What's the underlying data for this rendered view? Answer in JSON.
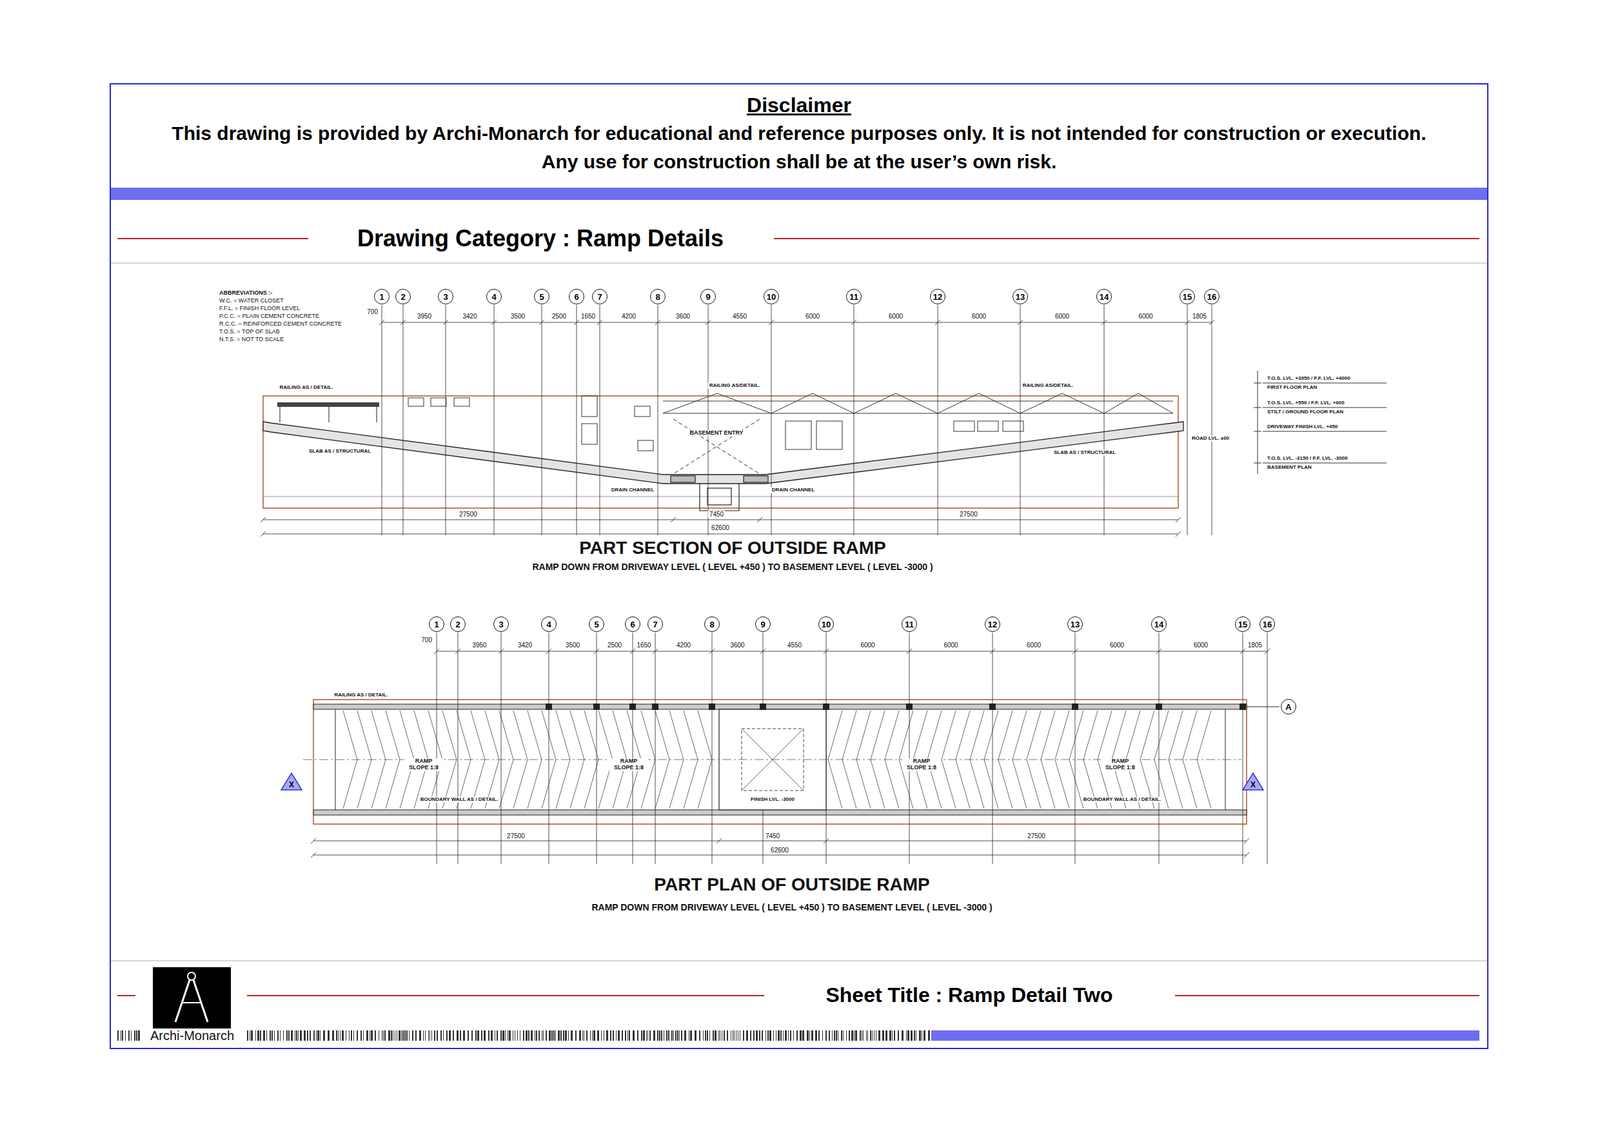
{
  "diagram": {
    "title": "Drawing Category : Ramp Details",
    "caption": "Sheet Title : Ramp Detail Two",
    "nodes": [
      {
        "text": [
          "Disclaimer",
          "This drawing is provided by Archi-Monarch for educational and reference purposes only. It is not intended for construction or execution. Any use for construction shall be at the user’s own risk."
        ]
      },
      {
        "text": [
          "1"
        ]
      },
      {
        "text": [
          "2"
        ]
      },
      {
        "text": [
          "3"
        ]
      },
      {
        "text": [
          "4"
        ]
      },
      {
        "text": [
          "5"
        ]
      },
      {
        "text": [
          "6"
        ]
      },
      {
        "text": [
          "7"
        ]
      },
      {
        "text": [
          "8"
        ]
      },
      {
        "text": [
          "9"
        ]
      },
      {
        "text": [
          "10"
        ]
      },
      {
        "text": [
          "11"
        ]
      },
      {
        "text": [
          "12"
        ]
      },
      {
        "text": [
          "13"
        ]
      },
      {
        "text": [
          "14"
        ]
      },
      {
        "text": [
          "15"
        ]
      },
      {
        "text": [
          "16"
        ]
      },
      {
        "text": [
          "1"
        ]
      },
      {
        "text": [
          "2"
        ]
      },
      {
        "text": [
          "3"
        ]
      },
      {
        "text": [
          "4"
        ]
      },
      {
        "text": [
          "5"
        ]
      },
      {
        "text": [
          "6"
        ]
      },
      {
        "text": [
          "7"
        ]
      },
      {
        "text": [
          "8"
        ]
      },
      {
        "text": [
          "9"
        ]
      },
      {
        "text": [
          "10"
        ]
      },
      {
        "text": [
          "11"
        ]
      },
      {
        "text": [
          "12"
        ]
      },
      {
        "text": [
          "13"
        ]
      },
      {
        "text": [
          "14"
        ]
      },
      {
        "text": [
          "15"
        ]
      },
      {
        "text": [
          "16"
        ]
      },
      {
        "text": [
          "A"
        ]
      },
      {
        "text": [
          "X"
        ]
      },
      {
        "text": [
          "X"
        ]
      }
    ],
    "labels": [
      "ABBREVIATIONS :-",
      "W.C. = WATER CLOSET",
      "F.F.L. = FINISH FLOOR LEVEL",
      "P.C.C. = PLAIN CEMENT CONCRETE",
      "R.C.C. = REINFORCED CEMENT CONCRETE",
      "T.O.S. = TOP OF SLAB",
      "N.T.S. = NOT TO SCALE",
      "700",
      "3950",
      "3420",
      "3500",
      "2500",
      "1650",
      "4200",
      "3600",
      "4550",
      "6000",
      "6000",
      "6000",
      "6000",
      "6000",
      "1805",
      "RAILING AS / DETAIL.",
      "RAILING AS/DETAIL.",
      "RAILING AS/DETAIL.",
      "BASEMENT ENTRY",
      "SLAB AS / STRUCTURAL",
      "SLAB AS / STRUCTURAL",
      "DRAIN CHANNEL",
      "DRAIN CHANNEL",
      "T.O.S. LVL. +3950 / F.F. LVL. +4000",
      "FIRST FLOOR PLAN",
      "T.O.S. LVL. +550 / F.F. LVL. +600",
      "STILT / GROUND FLOOR PLAN",
      "DRIVEWAY FINISH LVL. +450",
      "T.O.S. LVL. -3150 / F.F. LVL. -3000",
      "BASEMENT PLAN",
      "ROAD LVL. ±00",
      "27500",
      "7450",
      "27500",
      "62600",
      "PART SECTION OF OUTSIDE RAMP",
      "RAMP DOWN FROM DRIVEWAY LEVEL ( LEVEL +450 ) TO BASEMENT LEVEL ( LEVEL -3000 )",
      "700",
      "3950",
      "3420",
      "3500",
      "2500",
      "1650",
      "4200",
      "3600",
      "4550",
      "6000",
      "6000",
      "6000",
      "6000",
      "6000",
      "1805",
      "RAMP SLOPE 1:8",
      "RAMP SLOPE 1:8",
      "RAMP SLOPE 1:8",
      "RAMP SLOPE 1:8",
      "RAILING AS / DETAIL.",
      "BOUNDARY WALL AS / DETAIL.",
      "BOUNDARY WALL AS / DETAIL.",
      "FINISH LVL. -3000",
      "27500",
      "7450",
      "27500",
      "62600",
      "PART PLAN OF OUTSIDE RAMP",
      "RAMP DOWN FROM DRIVEWAY LEVEL ( LEVEL +450 ) TO BASEMENT LEVEL ( LEVEL -3000 )",
      "Archi-Monarch"
    ]
  }
}
